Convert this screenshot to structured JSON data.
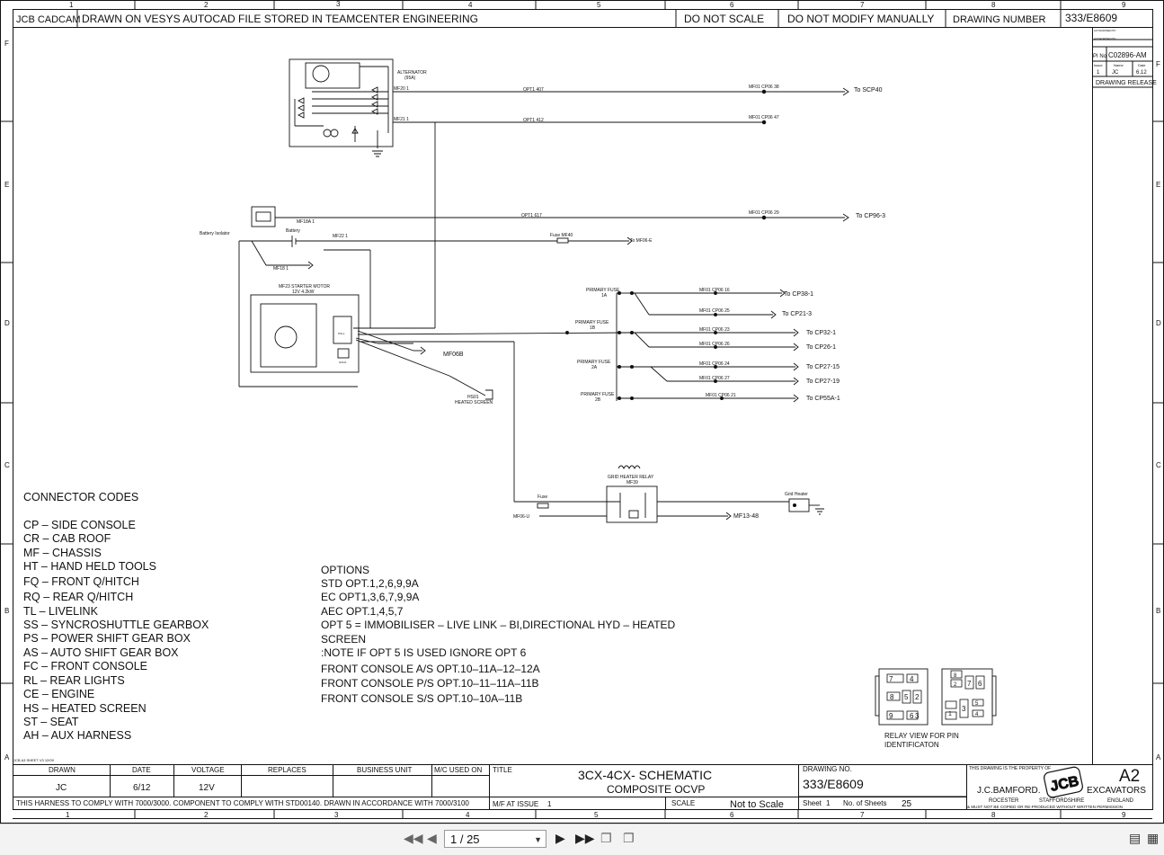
{
  "header": {
    "c1": "JCB CADCAM",
    "c2": "DRAWN ON VESYS AUTOCAD FILE STORED IN TEAMCENTER ENGINEERING",
    "c3": "DO NOT SCALE",
    "c4": "DO NOT MODIFY MANUALLY",
    "c5": "DRAWING NUMBER",
    "c6": "333/E8609"
  },
  "grid": {
    "cols": [
      "1",
      "2",
      "3",
      "4",
      "5",
      "6",
      "7",
      "8",
      "9"
    ],
    "rows": [
      "F",
      "E",
      "D",
      "C",
      "B",
      "A"
    ]
  },
  "revision": {
    "row1": "AUTHORISED BY",
    "row2": "AUTHORISED BY",
    "pi_label": "PI No",
    "pi_value": "C02896-AM",
    "h_issue": "Issue",
    "h_name": "Name",
    "h_date": "Date",
    "issue": "1",
    "name": "JC",
    "date": "6.12",
    "release": "DRAWING RELEASE"
  },
  "schematic": {
    "alternator": "ALTERNATOR",
    "alternator_rating": "(95A)",
    "mf20": "MF20 1",
    "mf21": "MF21 1",
    "opt407": "OPT1 407",
    "opt412": "OPT1 412",
    "cp06_38": "MF01 CP06 38",
    "cp06_47": "MF01 CP06 47",
    "scp40": "To SCP40",
    "battery_isolator": "Battery Isolator",
    "battery": "Battery",
    "mf18a": "MF18A 1",
    "mf18": "MF18 1",
    "opt617": "OPT1 617",
    "cp06_29": "MF01 CP06 29",
    "cp96": "To CP96-3",
    "mf22": "MF22 1",
    "fuse_mf40": "Fuse MF40",
    "mf06e": "To MF06-E",
    "starter_title": "MF23 STARTER MOTOR",
    "starter_rating": "12V 4.2kW",
    "pull": "PULL",
    "hold": "HOLD",
    "mf06b": "MF06B",
    "hs01": "HS01",
    "heated_screen": "HEATED SCREEN",
    "pf1a": "PRIMARY FUSE",
    "pf1a_id": "1A",
    "pf1b": "PRIMARY FUSE",
    "pf1b_id": "1B",
    "pf2a": "PRIMARY FUSE",
    "pf2a_id": "2A",
    "pf2b": "PRIMARY FUSE",
    "pf2b_id": "2B",
    "cp38": "To CP38-1",
    "cp21": "To CP21-3",
    "cp32": "To CP32-1",
    "cp26": "To CP26-1",
    "cp27_15": "To CP27-15",
    "cp27_19": "To CP27-19",
    "cp55a": "To CP55A-1",
    "cp06_16": "MF01 CP06 16",
    "cp06_25": "MF01 CP06 25",
    "cp06_23": "MF01 CP06 23",
    "cp06_26": "MF01 CP06 26",
    "cp06_24": "MF01 CP06 24",
    "cp06_27": "MF01 CP06 27",
    "cp06_21": "MF01 CP06 21",
    "grid_relay": "GRID HEATER RELAY",
    "mf39": "MF39",
    "fuse": "Fuse",
    "mf06u": "MF06-U",
    "mf13": "MF13-48",
    "grid_heater": "Grid Heater",
    "relay_view": "RELAY VIEW FOR PIN",
    "relay_view2": "IDENTIFICATON"
  },
  "connector_codes": {
    "title": "CONNECTOR CODES",
    "items": [
      "CP – SIDE CONSOLE",
      "CR – CAB ROOF",
      "MF – CHASSIS",
      "HT – HAND HELD TOOLS",
      "FQ – FRONT Q/HITCH",
      "RQ – REAR Q/HITCH",
      "TL – LIVELINK",
      "SS – SYNCROSHUTTLE GEARBOX",
      "PS – POWER SHIFT GEAR BOX",
      "AS – AUTO SHIFT GEAR BOX",
      "FC – FRONT CONSOLE",
      "RL – REAR LIGHTS",
      "CE – ENGINE",
      "HS – HEATED SCREEN",
      "ST – SEAT",
      "AH – AUX HARNESS"
    ]
  },
  "options": {
    "lines": [
      "OPTIONS",
      "STD OPT.1,2,6,9,9A",
      "EC   OPT1,3,6,7,9,9A",
      "AEC OPT.1,4,5,7",
      "OPT 5 = IMMOBILISER – LIVE LINK – BI,DIRECTIONAL HYD – HEATED",
      "SCREEN",
      ":NOTE IF OPT 5 IS USED IGNORE OPT 6",
      "FRONT CONSOLE A/S OPT.10–11A–12–12A",
      "FRONT CONSOLE P/S OPT.10–11–11A–11B",
      "FRONT CONSOLE S/S OPT.10–10A–11B"
    ]
  },
  "relay_pins": {
    "left": [
      "7",
      "4",
      "8",
      "5",
      "2",
      "9",
      "6",
      "3"
    ],
    "right": [
      "8",
      "7",
      "6",
      "5",
      "4",
      "1",
      "3",
      "2"
    ]
  },
  "title_block": {
    "sheet_ref": "JCB A3 SHEET V3 12/09",
    "h_drawn": "DRAWN",
    "h_date": "DATE",
    "h_voltage": "VOLTAGE",
    "h_replaces": "REPLACES",
    "h_bu": "BUSINESS UNIT",
    "h_mc": "M/C USED ON",
    "h_title": "TITLE",
    "drawn": "JC",
    "date": "6/12",
    "voltage": "12V",
    "title1": "3CX-4CX- SCHEMATIC",
    "title2": "COMPOSITE OCVP",
    "h_drawing_no": "DRAWING NO.",
    "drawing_no": "333/E8609",
    "compliance": "THIS HARNESS TO COMPLY WITH 7000/3000. COMPONENT TO COMPLY WITH STD00140. DRAWN IN ACCORDANCE WITH 7000/3100",
    "mf_issue": "M/F AT ISSUE",
    "mf_issue_val": "1",
    "scale_label": "SCALE",
    "scale_val": "Not to Scale",
    "sheet_label": "Sheet",
    "sheet_val": "1",
    "sheets_label": "No. of Sheets",
    "sheets_val": "25",
    "property": "THIS DRAWING IS THE PROPERTY OF",
    "company": "J.C.BAMFORD.",
    "logo": "JCB",
    "size": "A2",
    "division": "EXCAVATORS",
    "town": "ROCESTER",
    "county": "STAFFORDSHIRE",
    "country": "ENGLAND",
    "notice": "& MUST NOT BE COPIED OR RE-PRODUCED WITHOUT WRITTEN PERMISSION"
  },
  "viewer": {
    "page": "1 / 25"
  }
}
